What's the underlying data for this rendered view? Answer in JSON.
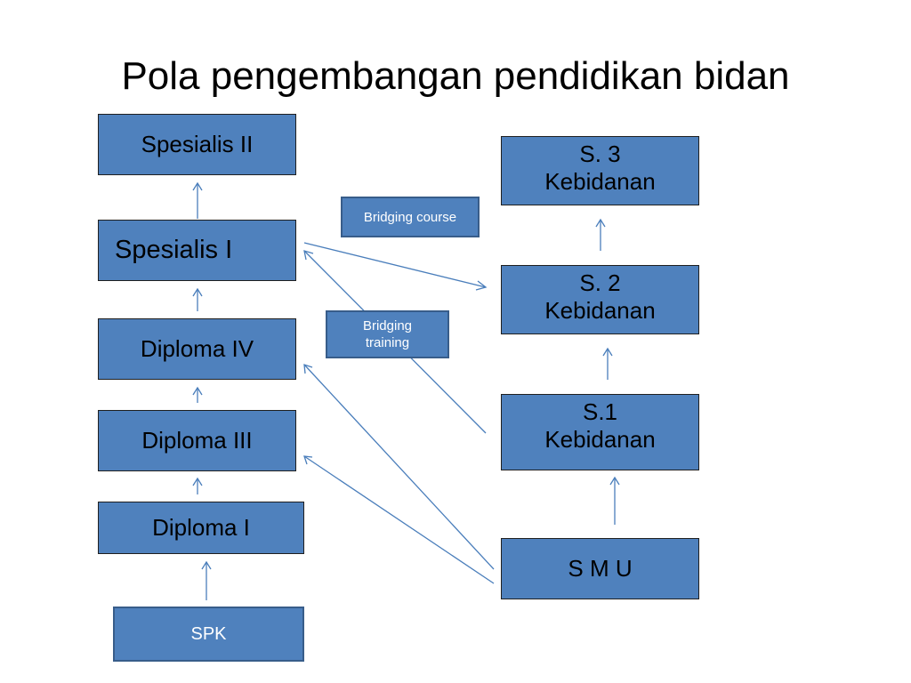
{
  "title": "Pola pengembangan pendidikan bidan",
  "colors": {
    "box_fill": "#4f81bd",
    "box_border": "#1f1f1f",
    "arrow": "#4a7ebb"
  },
  "left_column": {
    "spesialis_2": "Spesialis II",
    "spesialis_1": "Spesialis I",
    "diploma_4": "Diploma IV",
    "diploma_3": "Diploma III",
    "diploma_1": "Diploma I",
    "spk": "SPK"
  },
  "right_column": {
    "s3": "S. 3\nKebidanan",
    "s2": "S. 2\nKebidanan",
    "s1": "S.1\nKebidanan",
    "smu": "S M U"
  },
  "labels": {
    "bridging_course": "Bridging course",
    "bridging_training": "Bridging\ntraining"
  }
}
